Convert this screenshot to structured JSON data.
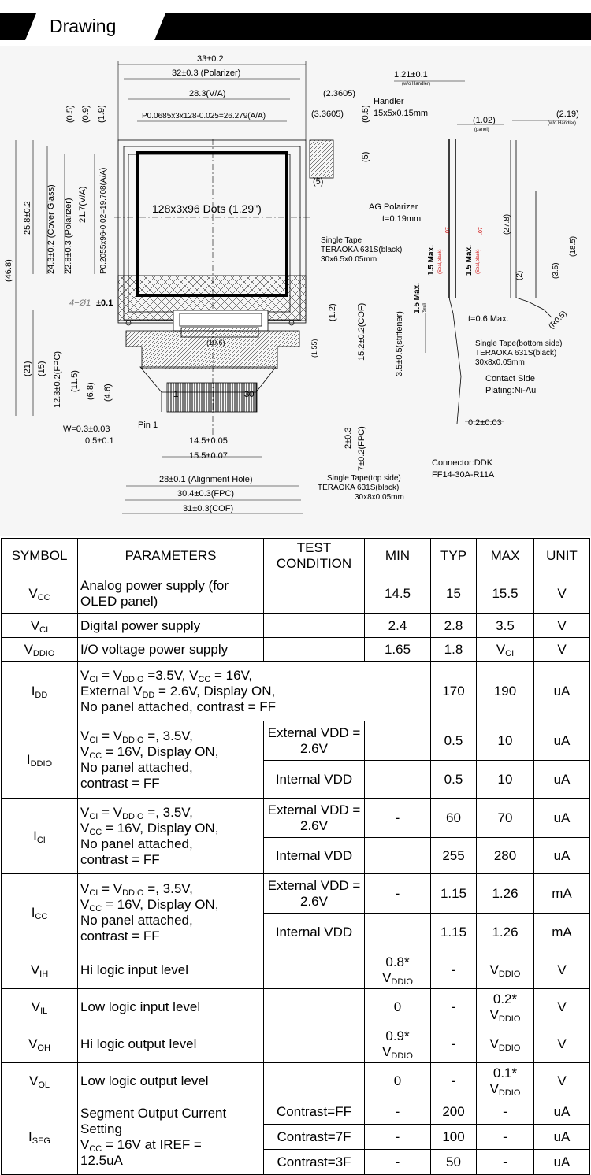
{
  "section_title": "Drawing",
  "drawing": {
    "dims_top": [
      "33±0.2",
      "32±0.3 (Polarizer)",
      "28.3(V/A)",
      "P0.0685x3x128-0.025=26.279(A/A)",
      "(2.3605)",
      "(3.3605)",
      "(5)",
      "(0.5)",
      "(0.9)",
      "(1.9)"
    ],
    "dims_left": [
      "(46.8)",
      "25.8±0.2",
      "24.3±0.2 (Cover Glass)",
      "22.8±0.3 (Polarizer)",
      "21.7(V/A)",
      "P0.2055x96-0.02=19.708(A/A)",
      "(21)",
      "(15)",
      "12.3±0.2(FPC)",
      "(11.5)",
      "(6.8)",
      "(4.6)"
    ],
    "display_label": "128x3x96 Dots (1.29\")",
    "hole_note": "4−Ø1",
    "hole_tol": "±0.1",
    "mid_dims": [
      "(10.6)",
      "(1.55)",
      "(1.2)",
      "15.2±0.2(COF)",
      "2±0.3",
      "7±0.2(FPC)"
    ],
    "pin1": "Pin 1",
    "pin_one": "1",
    "pin_thirty": "30",
    "bottom_dims": [
      "W=0.3±0.03",
      "0.5±0.1",
      "14.5±0.05",
      "15.5±0.07",
      "28±0.1 (Alignment Hole)",
      "30.4±0.3(FPC)",
      "31±0.3(COF)"
    ],
    "handler": [
      "Handler",
      "15x5x0.15mm"
    ],
    "ag_polarizer": [
      "AG Polarizer",
      "t=0.19mm"
    ],
    "tape1": [
      "Single Tape",
      "TERAOKA 631S(black)",
      "30x6.5x0.05mm"
    ],
    "tape_top": [
      "Single Tape(top side)",
      "TERAOKA 631S(black)",
      "30x8x0.05mm"
    ],
    "side_dims": [
      "1.21±0.1",
      "(w/o Handler)",
      "(1.02)",
      "(panel)",
      "(2.19)",
      "(w/o Handler)",
      "(27.8)",
      "(18.5)",
      "(3.5)",
      "(2)",
      "(R0.5)",
      "1.5 Max.",
      "1.5 Max.",
      "1.5 Max.",
      "(Seal)",
      "(Seal,black)",
      ".07",
      "(Seal,black)",
      ".07",
      "3.5±0.5(stiffener)",
      "t=0.6 Max.",
      "0.2±0.03"
    ],
    "tape_bottom": [
      "Single Tape(bottom side)",
      "TERAOKA 631S(black)",
      "30x8x0.05mm"
    ],
    "contact": [
      "Contact Side",
      "Plating:Ni-Au"
    ],
    "connector": [
      "Connector:DDK",
      "FF14-30A-R11A"
    ]
  },
  "table": {
    "headers": {
      "symbol": "SYMBOL",
      "parameters": "PARAMETERS",
      "test_condition": "TEST CONDITION",
      "min": "MIN",
      "typ": "TYP",
      "max": "MAX",
      "unit": "UNIT"
    },
    "rows": {
      "vcc": {
        "symbol": "VCC",
        "param": "Analog power supply (for OLED panel)",
        "min": "14.5",
        "typ": "15",
        "max": "15.5",
        "unit": "V"
      },
      "vci": {
        "symbol": "VCI",
        "param": "Digital power supply",
        "min": "2.4",
        "typ": "2.8",
        "max": "3.5",
        "unit": "V"
      },
      "vddio": {
        "symbol": "VDDIO",
        "param": "I/O voltage power supply",
        "min": "1.65",
        "typ": "1.8",
        "max": "VCI",
        "unit": "V"
      },
      "idd": {
        "symbol": "IDD",
        "param": "VCI = VDDIO =3.5V, VCC = 16V, External VDD = 2.6V, Display ON, No panel attached, contrast = FF",
        "typ": "170",
        "max": "190",
        "unit": "uA"
      },
      "iddio": {
        "symbol": "IDDIO",
        "param": "VCI = VDDIO =, 3.5V, VCC = 16V, Display ON, No panel attached, contrast = FF",
        "cond1": "External VDD = 2.6V",
        "typ1": "0.5",
        "max1": "10",
        "unit1": "uA",
        "cond2": "Internal VDD",
        "typ2": "0.5",
        "max2": "10",
        "unit2": "uA"
      },
      "ici": {
        "symbol": "ICI",
        "param": "VCI = VDDIO =, 3.5V, VCC = 16V, Display ON, No panel attached, contrast = FF",
        "cond1": "External VDD = 2.6V",
        "min1": "-",
        "typ1": "60",
        "max1": "70",
        "unit1": "uA",
        "cond2": "Internal VDD",
        "typ2": "255",
        "max2": "280",
        "unit2": "uA"
      },
      "icc": {
        "symbol": "ICC",
        "param": "VCI = VDDIO =, 3.5V, VCC = 16V, Display ON, No panel attached, contrast = FF",
        "cond1": "External VDD = 2.6V",
        "min1": "-",
        "typ1": "1.15",
        "max1": "1.26",
        "unit1": "mA",
        "cond2": "Internal VDD",
        "typ2": "1.15",
        "max2": "1.26",
        "unit2": "mA"
      },
      "vih": {
        "symbol": "VIH",
        "param": "Hi logic input level",
        "min_a": "0.8*",
        "min_b": "VDDIO",
        "typ": "-",
        "max": "VDDIO",
        "unit": "V"
      },
      "vil": {
        "symbol": "VIL",
        "param": "Low logic input level",
        "min": "0",
        "typ": "-",
        "max_a": "0.2*",
        "max_b": "VDDIO",
        "unit": "V"
      },
      "voh": {
        "symbol": "VOH",
        "param": "Hi logic output level",
        "min_a": "0.9*",
        "min_b": "VDDIO",
        "typ": "-",
        "max": "VDDIO",
        "unit": "V"
      },
      "vol": {
        "symbol": "VOL",
        "param": "Low logic output level",
        "min": "0",
        "typ": "-",
        "max_a": "0.1*",
        "max_b": "VDDIO",
        "unit": "V"
      },
      "iseg": {
        "symbol": "ISEG",
        "param": "Segment Output Current Setting VCC = 16V at IREF = 12.5uA",
        "sub": [
          {
            "cond": "Contrast=FF",
            "min": "-",
            "typ": "200",
            "max": "-",
            "unit": "uA"
          },
          {
            "cond": "Contrast=7F",
            "min": "-",
            "typ": "100",
            "max": "-",
            "unit": "uA"
          },
          {
            "cond": "Contrast=3F",
            "min": "-",
            "typ": "50",
            "max": "-",
            "unit": "uA"
          }
        ]
      }
    }
  }
}
